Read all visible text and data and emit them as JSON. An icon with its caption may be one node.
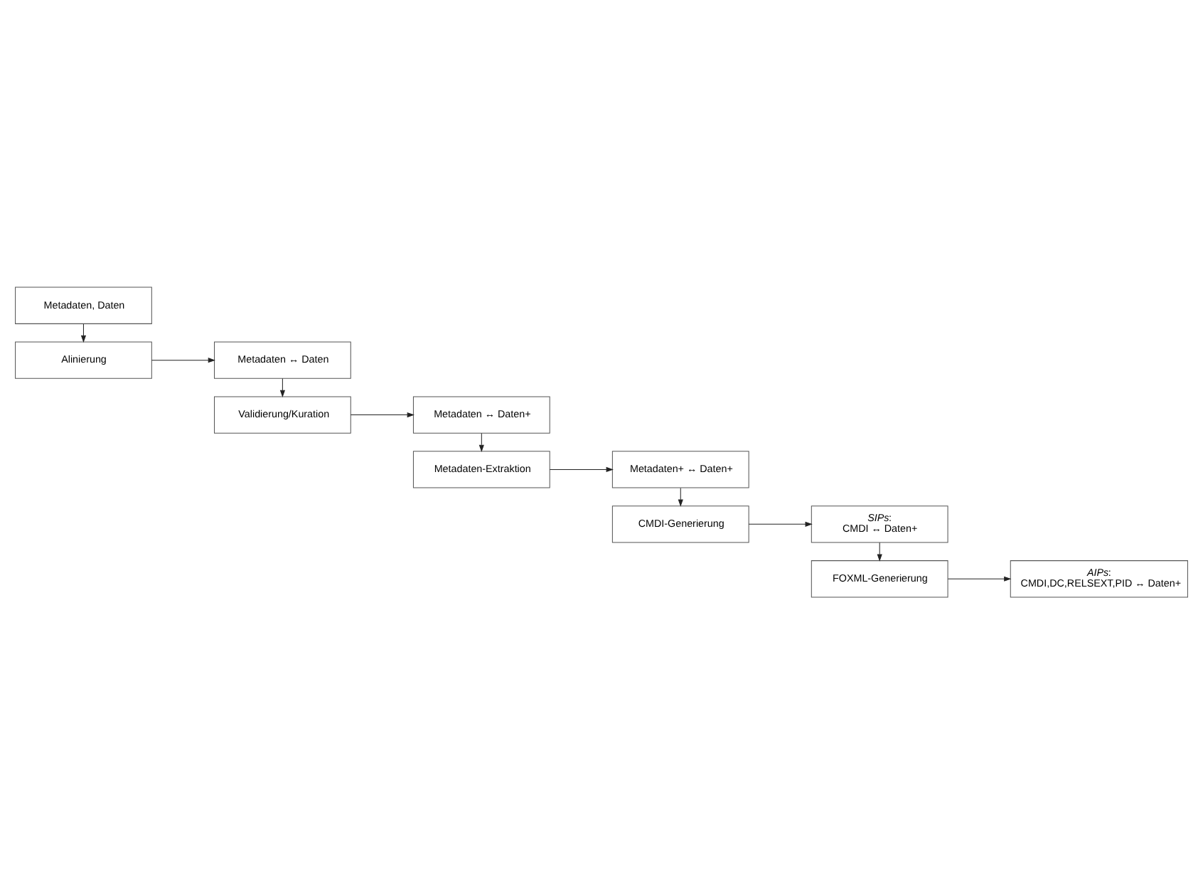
{
  "diagram": {
    "nodes": [
      {
        "text": [
          "Metadaten, Daten"
        ]
      },
      {
        "text": [
          "Alinierung"
        ]
      },
      {
        "text": [
          "Metadaten ↔ Daten"
        ]
      },
      {
        "text": [
          "Validierung/Kuration"
        ]
      },
      {
        "text": [
          "Metadaten ↔ Daten+"
        ]
      },
      {
        "text": [
          "Metadaten-Extraktion"
        ]
      },
      {
        "text": [
          "Metadaten+ ↔ Daten+"
        ]
      },
      {
        "text": [
          "CMDI-Generierung"
        ]
      },
      {
        "text": [
          "*SIPs*:",
          "CMDI ↔ Daten+"
        ]
      },
      {
        "text": [
          "FOXML-Generierung"
        ]
      },
      {
        "text": [
          "*AIPs*:",
          "CMDI,DC,RELSEXT,PID ↔ Daten+"
        ]
      }
    ],
    "edges": [
      {
        "from": 0,
        "to": 1,
        "arrow": "to"
      },
      {
        "from": 1,
        "to": 2,
        "arrow": "to"
      },
      {
        "from": 2,
        "to": 3,
        "arrow": "to"
      },
      {
        "from": 3,
        "to": 4,
        "arrow": "to"
      },
      {
        "from": 4,
        "to": 5,
        "arrow": "to"
      },
      {
        "from": 5,
        "to": 6,
        "arrow": "to"
      },
      {
        "from": 6,
        "to": 7,
        "arrow": "to"
      },
      {
        "from": 7,
        "to": 8,
        "arrow": "to"
      },
      {
        "from": 8,
        "to": 9,
        "arrow": "to"
      },
      {
        "from": 9,
        "to": 10,
        "arrow": "to"
      }
    ]
  }
}
